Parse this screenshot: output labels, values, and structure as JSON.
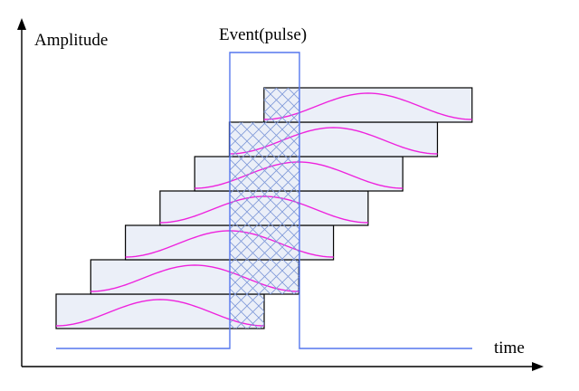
{
  "labels": {
    "y_axis": "Amplitude",
    "x_axis": "time",
    "event": "Event(pulse)"
  },
  "colors": {
    "window_fill": "#ebeff8",
    "window_stroke": "#000000",
    "waveform": "#ee22dd",
    "pulse": "#5577ee",
    "axis": "#000000"
  },
  "window_count": 7
}
